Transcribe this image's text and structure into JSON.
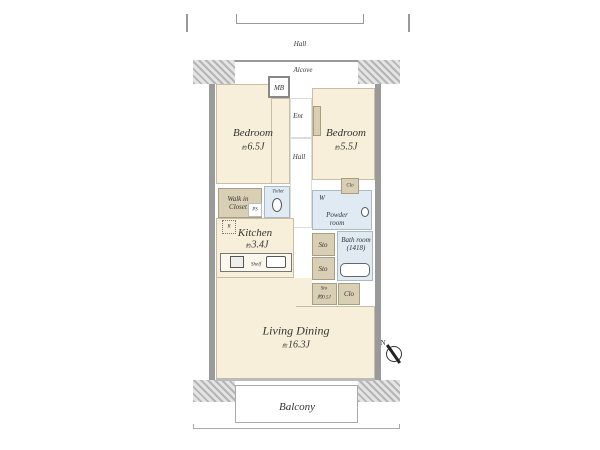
{
  "labels": {
    "outer_hall": "Hall",
    "alcove": "Alcove",
    "mb": "MB",
    "entrance": "Ent",
    "inner_hall": "Hall",
    "bedroom1": {
      "name": "Bedroom",
      "approx": "約",
      "size": "6.5J"
    },
    "bedroom2": {
      "name": "Bedroom",
      "approx": "約",
      "size": "5.5J"
    },
    "walk_in_closet": "Walk in Closet",
    "ps": "PS",
    "toilet": "Toilet",
    "refrigerator": "R",
    "kitchen": {
      "name": "Kitchen",
      "approx": "約",
      "size": "3.4J"
    },
    "shelf": "Shelf",
    "w": "W",
    "powder_room": "Powder room",
    "bath_room": "Bath room (1418)",
    "clo_top": "Clo",
    "sto1": "Sto",
    "sto2": "Sto",
    "sto3": {
      "name": "Sto",
      "approx": "約",
      "size": "0.5J"
    },
    "clo_bottom": "Clo",
    "living_dining": {
      "name": "Living Dining",
      "approx": "約",
      "size": "16.3J"
    },
    "balcony": "Balcony",
    "north": "N"
  },
  "colors": {
    "room": "#f7efd9",
    "wet_area": "#dfeaf3",
    "storage": "#d9cfb4",
    "wall": "#9a9a9a"
  }
}
